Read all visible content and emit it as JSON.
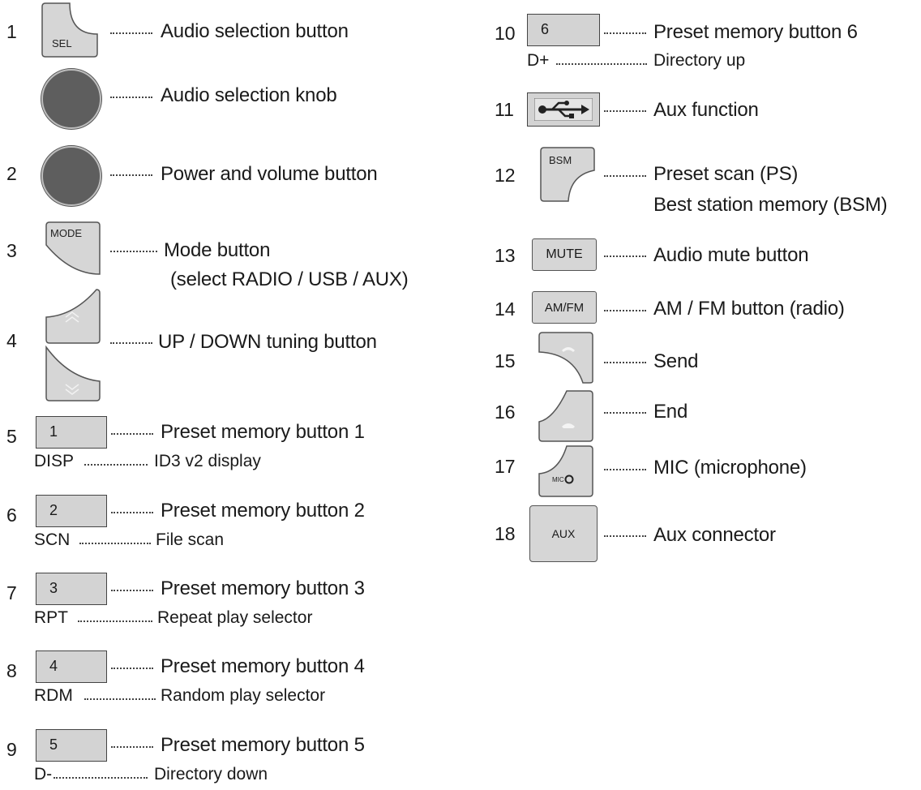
{
  "left": [
    {
      "num": "1",
      "button": "SEL",
      "label": "Audio selection button"
    },
    {
      "label": "Audio selection knob"
    },
    {
      "num": "2",
      "label": "Power and volume button"
    },
    {
      "num": "3",
      "button": "MODE",
      "label": "Mode button",
      "sub": "(select RADIO / USB / AUX)"
    },
    {
      "num": "4",
      "label": "UP / DOWN tuning button"
    },
    {
      "num": "5",
      "button": "1",
      "label": "Preset memory button 1",
      "key": "DISP",
      "key_label": "ID3 v2 display"
    },
    {
      "num": "6",
      "button": "2",
      "label": "Preset memory button 2",
      "key": "SCN",
      "key_label": "File scan"
    },
    {
      "num": "7",
      "button": "3",
      "label": "Preset memory button 3",
      "key": "RPT",
      "key_label": "Repeat play selector"
    },
    {
      "num": "8",
      "button": "4",
      "label": "Preset memory button 4",
      "key": "RDM",
      "key_label": "Random play selector"
    },
    {
      "num": "9",
      "button": "5",
      "label": "Preset memory button 5",
      "key": "D-",
      "key_label": "Directory down"
    }
  ],
  "right": [
    {
      "num": "10",
      "button": "6",
      "label": "Preset memory button 6",
      "key": "D+",
      "key_label": "Directory up"
    },
    {
      "num": "11",
      "label": "Aux function"
    },
    {
      "num": "12",
      "button": "BSM",
      "label": "Preset scan (PS)",
      "sub": "Best station memory (BSM)"
    },
    {
      "num": "13",
      "button": "MUTE",
      "label": "Audio mute button"
    },
    {
      "num": "14",
      "button": "AM/FM",
      "label": "AM / FM button (radio)"
    },
    {
      "num": "15",
      "label": "Send"
    },
    {
      "num": "16",
      "label": "End"
    },
    {
      "num": "17",
      "button": "MIC",
      "label": "MIC (microphone)"
    },
    {
      "num": "18",
      "button": "AUX",
      "label": "Aux connector"
    }
  ]
}
